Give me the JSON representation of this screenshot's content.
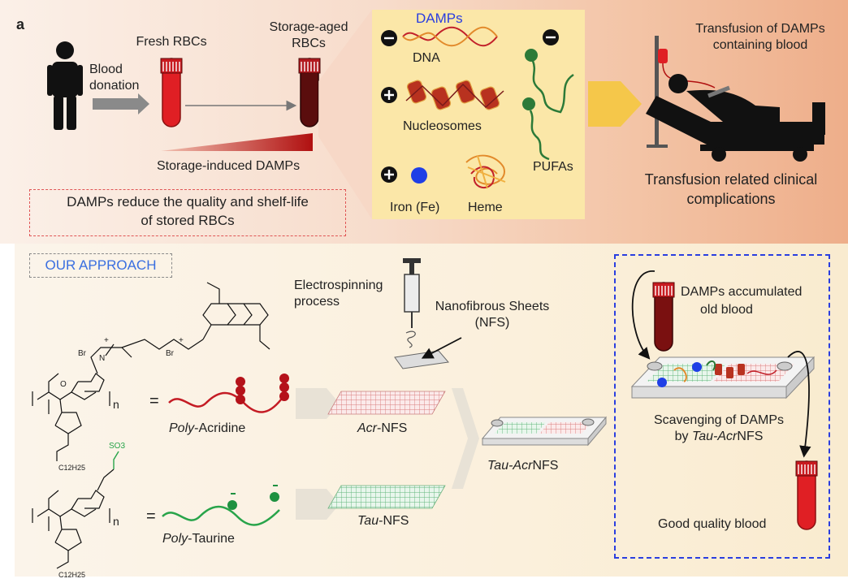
{
  "panel_label": "a",
  "labels": {
    "fresh_rbcs": "Fresh RBCs",
    "storage_aged_1": "Storage-aged",
    "storage_aged_2": "RBCs",
    "blood_1": "Blood",
    "blood_2": "donation",
    "storage_induced": "Storage-induced DAMPs",
    "damps_reduce_1": "DAMPs reduce the quality and shelf-life",
    "damps_reduce_2": "of stored RBCs",
    "damps_title": "DAMPs",
    "dna": "DNA",
    "nucleosomes": "Nucleosomes",
    "iron": "Iron (Fe)",
    "heme": "Heme",
    "pufas": "PUFAs",
    "transfusion_1": "Transfusion of DAMPs",
    "transfusion_2": "containing blood",
    "complications_1": "Transfusion related clinical",
    "complications_2": "complications",
    "our_approach": "OUR APPROACH",
    "electrospinning_1": "Electrospinning",
    "electrospinning_2": "process",
    "nfs_1": "Nanofibrous Sheets",
    "nfs_2": "(NFS)",
    "poly_acridine_pre": "Poly",
    "poly_acridine_post": "-Acridine",
    "acr_nfs_pre": "Acr",
    "acr_nfs_post": "-NFS",
    "poly_taurine_pre": "Poly",
    "poly_taurine_post": "-Taurine",
    "tau_nfs_pre": "Tau",
    "tau_nfs_post": "-NFS",
    "tau_acr_pre": "Tau-Acr",
    "tau_acr_post": "NFS",
    "damps_old_1": "DAMPs accumulated",
    "damps_old_2": "old blood",
    "scavenging_1": "Scavenging of DAMPs",
    "scavenging_2_pre": "by ",
    "scavenging_2_em": "Tau-Acr",
    "scavenging_2_post": "NFS",
    "good_blood": "Good quality blood",
    "equals_1": "=",
    "equals_2": "=",
    "n_1": "n",
    "n_2": "n",
    "chem_br1": "Br",
    "chem_br2": "Br",
    "chem_plus1": "+",
    "chem_plus2": "+",
    "chem_n": "N",
    "chem_c12": "C12H25",
    "chem_c12b": "C12H25",
    "chem_o": "O",
    "chem_so3": "SO3",
    "charge_minus": "−",
    "charge_plus": "+"
  },
  "colors": {
    "red_blood": "#d4191f",
    "dark_blood": "#7a1010",
    "acridine_red": "#c41b24",
    "taurine_green": "#28a44a",
    "damps_blue": "#2a3ee0",
    "approach_blue": "#3a6fe0"
  }
}
